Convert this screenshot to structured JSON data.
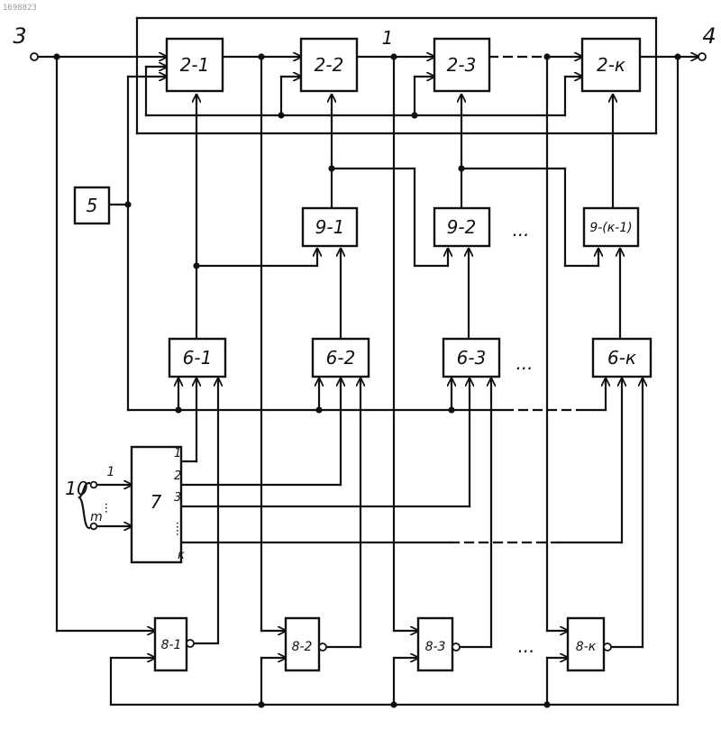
{
  "doc_number": "1698823",
  "terminals": {
    "input": "3",
    "output": "4",
    "bus": "1",
    "inputs_group": "10",
    "inputs_first": "1",
    "inputs_last": "m"
  },
  "blocks": {
    "b2": [
      "2-1",
      "2-2",
      "2-3",
      "2-к"
    ],
    "b5": "5",
    "b6": [
      "6-1",
      "6-2",
      "6-3",
      "6-к"
    ],
    "b7": "7",
    "b8": [
      "8-1",
      "8-2",
      "8-3",
      "8-к"
    ],
    "b9": [
      "9-1",
      "9-2",
      "9-(к-1)"
    ]
  },
  "block7_outputs": [
    "1",
    "2",
    "3",
    "к"
  ],
  "ellipses": {
    "row9": "...",
    "row6": "...",
    "row8": "...",
    "block7_outputs": "....",
    "inputs_group": "..."
  }
}
